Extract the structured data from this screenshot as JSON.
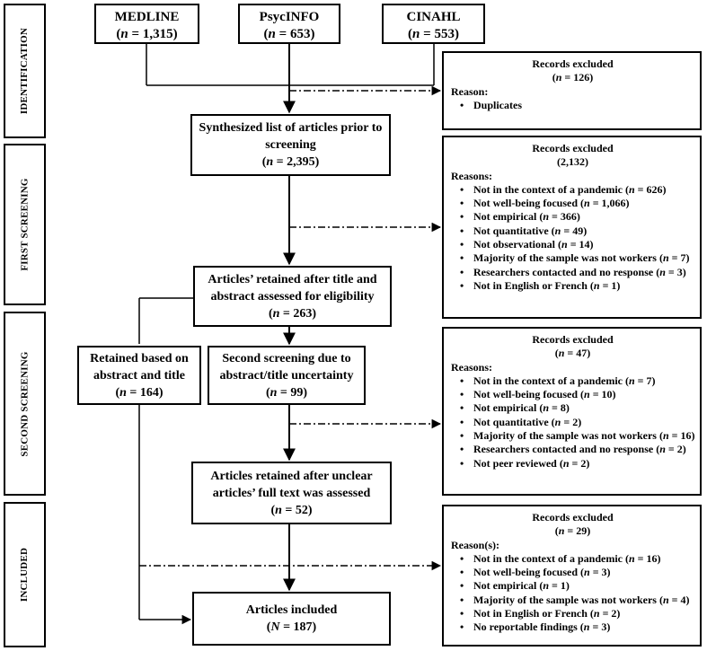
{
  "stages": [
    "IDENTIFICATION",
    "FIRST SCREENING",
    "SECOND SCREENING",
    "INCLUDED"
  ],
  "sources": [
    {
      "name": "MEDLINE",
      "n_label": "n",
      "n_value": " = 1,315"
    },
    {
      "name": "PsycINFO",
      "n_label": "n",
      "n_value": " = 653"
    },
    {
      "name": "CINAHL",
      "n_label": "n",
      "n_value": " = 553"
    }
  ],
  "boxes": {
    "synth": {
      "line1": "Synthesized list of articles prior to",
      "line2": "screening",
      "n_label": "n",
      "n_value": " = 2,395"
    },
    "retained": {
      "line1": "Articles’ retained after title and",
      "line2": "abstract assessed for eligibility",
      "n_label": "n",
      "n_value": " = 263"
    },
    "abstract_title": {
      "line1": "Retained based on",
      "line2": "abstract and title",
      "n_label": "n",
      "n_value": " = 164"
    },
    "second": {
      "line1": "Second screening due to",
      "line2": "abstract/title uncertainty",
      "n_label": "n",
      "n_value": " = 99"
    },
    "fulltext": {
      "line1": "Articles retained after unclear",
      "line2": "articles’ full text was assessed",
      "n_label": "n",
      "n_value": " = 52"
    },
    "included": {
      "line1": "Articles included",
      "n_label": "N",
      "n_value": " = 187"
    }
  },
  "exclusions": [
    {
      "title": "Records excluded",
      "n_label": "n",
      "n_value": " = 126",
      "reason_label": "Reason:",
      "items": [
        {
          "text": "Duplicates"
        }
      ]
    },
    {
      "title": "Records excluded",
      "n_label": "",
      "n_value": "2,132",
      "reason_label": "Reasons:",
      "items": [
        {
          "text": "Not in the context of a pandemic (",
          "n": "n",
          "v": " = 626)"
        },
        {
          "text": "Not well-being focused (",
          "n": "n",
          "v": " = 1,066)"
        },
        {
          "text": "Not empirical (",
          "n": "n",
          "v": " = 366)"
        },
        {
          "text": "Not quantitative (",
          "n": "n",
          "v": " = 49)"
        },
        {
          "text": "Not observational (",
          "n": "n",
          "v": " = 14)"
        },
        {
          "text": "Majority of the sample was not workers (",
          "n": "n",
          "v": " = 7)"
        },
        {
          "text": "Researchers contacted and no response (",
          "n": "n",
          "v": " = 3)"
        },
        {
          "text": "Not in English or French (",
          "n": "n",
          "v": " = 1)"
        }
      ]
    },
    {
      "title": "Records excluded",
      "n_label": "n",
      "n_value": " = 47",
      "reason_label": "Reasons:",
      "items": [
        {
          "text": "Not in the context of a pandemic (",
          "n": "n",
          "v": " = 7)"
        },
        {
          "text": "Not well-being focused (",
          "n": "n",
          "v": " = 10)"
        },
        {
          "text": "Not empirical (",
          "n": "n",
          "v": " = 8)"
        },
        {
          "text": "Not quantitative (",
          "n": "n",
          "v": " = 2)"
        },
        {
          "text": "Majority of the sample was not workers (",
          "n": "n",
          "v": " = 16)"
        },
        {
          "text": "Researchers contacted and no response (",
          "n": "n",
          "v": " = 2)"
        },
        {
          "text": "Not peer reviewed (",
          "n": "n",
          "v": " = 2)"
        }
      ]
    },
    {
      "title": "Records excluded",
      "n_label": "n",
      "n_value": " = 29",
      "reason_label": "Reason(s):",
      "items": [
        {
          "text": "Not in the context of a pandemic (",
          "n": "n",
          "v": " = 16)"
        },
        {
          "text": "Not well-being focused (",
          "n": "n",
          "v": " = 3)"
        },
        {
          "text": "Not empirical (",
          "n": "n",
          "v": " = 1)"
        },
        {
          "text": "Majority of the sample was not workers (",
          "n": "n",
          "v": " = 4)"
        },
        {
          "text": "Not in English or French (",
          "n": "n",
          "v": " = 2)"
        },
        {
          "text": "No reportable findings (",
          "n": "n",
          "v": " = 3)"
        }
      ]
    }
  ]
}
